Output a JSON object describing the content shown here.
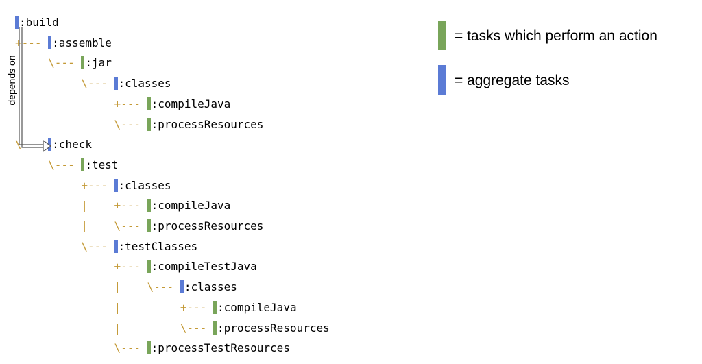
{
  "tree": [
    {
      "prefix": "",
      "label": ":build",
      "kind": "aggregate"
    },
    {
      "prefix": "+--- ",
      "label": ":assemble",
      "kind": "aggregate"
    },
    {
      "prefix": "     \\--- ",
      "label": ":jar",
      "kind": "action"
    },
    {
      "prefix": "          \\--- ",
      "label": ":classes",
      "kind": "aggregate"
    },
    {
      "prefix": "               +--- ",
      "label": ":compileJava",
      "kind": "action"
    },
    {
      "prefix": "               \\--- ",
      "label": ":processResources",
      "kind": "action"
    },
    {
      "prefix": "\\--- ",
      "label": ":check",
      "kind": "aggregate"
    },
    {
      "prefix": "     \\--- ",
      "label": ":test",
      "kind": "action"
    },
    {
      "prefix": "          +--- ",
      "label": ":classes",
      "kind": "aggregate"
    },
    {
      "prefix": "          |    +--- ",
      "label": ":compileJava",
      "kind": "action"
    },
    {
      "prefix": "          |    \\--- ",
      "label": ":processResources",
      "kind": "action"
    },
    {
      "prefix": "          \\--- ",
      "label": ":testClasses",
      "kind": "aggregate"
    },
    {
      "prefix": "               +--- ",
      "label": ":compileTestJava",
      "kind": "action"
    },
    {
      "prefix": "               |    \\--- ",
      "label": ":classes",
      "kind": "aggregate"
    },
    {
      "prefix": "               |         +--- ",
      "label": ":compileJava",
      "kind": "action"
    },
    {
      "prefix": "               |         \\--- ",
      "label": ":processResources",
      "kind": "action"
    },
    {
      "prefix": "               \\--- ",
      "label": ":processTestResources",
      "kind": "action"
    }
  ],
  "arrow_label": "depends on",
  "legend": [
    {
      "kind": "action",
      "text": "= tasks which perform an action"
    },
    {
      "kind": "aggregate",
      "text": "= aggregate tasks"
    }
  ],
  "colors": {
    "aggregate": "#5b7bd5",
    "action": "#79a55a",
    "tree_lines": "#c49a37"
  }
}
